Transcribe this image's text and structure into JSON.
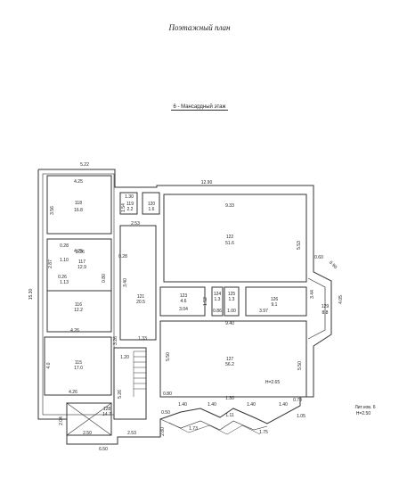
{
  "title": "Поэтажный план",
  "subtitle": "6 - Мансардный этаж",
  "rooms": [
    {
      "id": "118",
      "area": "16.8"
    },
    {
      "id": "117",
      "area": "12.9"
    },
    {
      "id": "116",
      "area": "12.2"
    },
    {
      "id": "115",
      "area": "17.0"
    },
    {
      "id": "119",
      "area": "2.2"
    },
    {
      "id": "120",
      "area": "1.6"
    },
    {
      "id": "121",
      "area": "20.5"
    },
    {
      "id": "122",
      "area": "51.6"
    },
    {
      "id": "123",
      "area": "4.6"
    },
    {
      "id": "124",
      "area": "1.3"
    },
    {
      "id": "125",
      "area": "1.3"
    },
    {
      "id": "126",
      "area": "9.1"
    },
    {
      "id": "127",
      "area": "56.2"
    },
    {
      "id": "128",
      "area": "14.7"
    },
    {
      "id": "129",
      "area": "8.8"
    }
  ],
  "dims": {
    "d522": "5.22",
    "d425a": "4.25",
    "d356": "3.56",
    "d1290": "12.90",
    "d933": "9.33",
    "d553": "5.53",
    "d253a": "2.53",
    "d130": "1.30",
    "d154": "1.54",
    "d226": "2.26",
    "d287": "2.87",
    "d028a": "0.28",
    "d340": "3.40",
    "d1530": "15.30",
    "d060": "0.60",
    "d090": "0.90",
    "d405": "4.05",
    "d344": "3.44",
    "d304": "3.04",
    "d152": "1.52",
    "d086": "0.86",
    "d100": "1.00",
    "d397": "3.97",
    "d940": "9.40",
    "d425b": "4.25",
    "d425c": "4.26",
    "d326": "3.26",
    "d133": "1.33",
    "d120": "1.20",
    "d550a": "5.50",
    "d550b": "5.50",
    "d40": "4.0",
    "d427": "4.26",
    "d526": "5.26",
    "d080": "0.80",
    "d140a": "1.40",
    "d140b": "1.40",
    "d130b": "1.30",
    "d140c": "1.40",
    "d140d": "1.40",
    "d078": "0.78",
    "d050": "0.50",
    "d173": "1.73",
    "d111": "1.11",
    "d175": "1.75",
    "d105": "1.05",
    "d204": "2.04",
    "d280": "2.80",
    "d250": "2.50",
    "d253b": "2.53",
    "d650": "6.50",
    "h265": "H=2.65",
    "lit": "Лит.нов. 6",
    "h250": "H=2.50",
    "d028b": "0.28",
    "d110": "1.10",
    "d026": "0.26",
    "d080b": "0.80",
    "d113": "1.13"
  }
}
